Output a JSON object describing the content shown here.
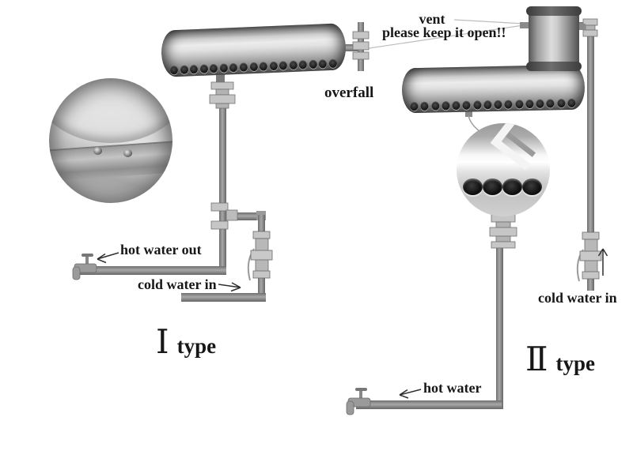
{
  "labels": {
    "vent_line1": "vent",
    "vent_line2": "please keep it open!!",
    "overfall": "overfall",
    "hot_water_out": "hot water out",
    "cold_water_in_left": "cold water in",
    "hot_water": "hot water",
    "cold_water_in_right": "cold water in",
    "type1_numeral": "Ⅰ",
    "type1_word": "type",
    "type2_numeral": "Ⅱ",
    "type2_word": "type"
  },
  "icons": {
    "hot_water_out_arrow": "arrow-left-icon",
    "cold_water_in_left_arrow": "arrow-right-icon",
    "hot_water_arrow": "arrow-left-icon",
    "cold_water_in_right_arrow": "arrow-up-icon"
  },
  "colors": {
    "background": "#ffffff",
    "pipe": "#8f8f8f",
    "fitting": "#c6c6c6",
    "text": "#171717",
    "tank_highlight": "#ececec",
    "tank_shadow": "#525252"
  }
}
